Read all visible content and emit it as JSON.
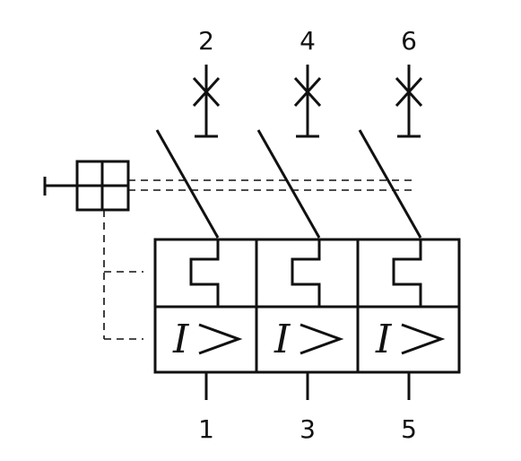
{
  "diagram": {
    "top_terminals": [
      "2",
      "4",
      "6"
    ],
    "bottom_terminals": [
      "1",
      "3",
      "5"
    ],
    "trip_symbol": "I",
    "trip_arrow": ">",
    "poles": 3
  }
}
